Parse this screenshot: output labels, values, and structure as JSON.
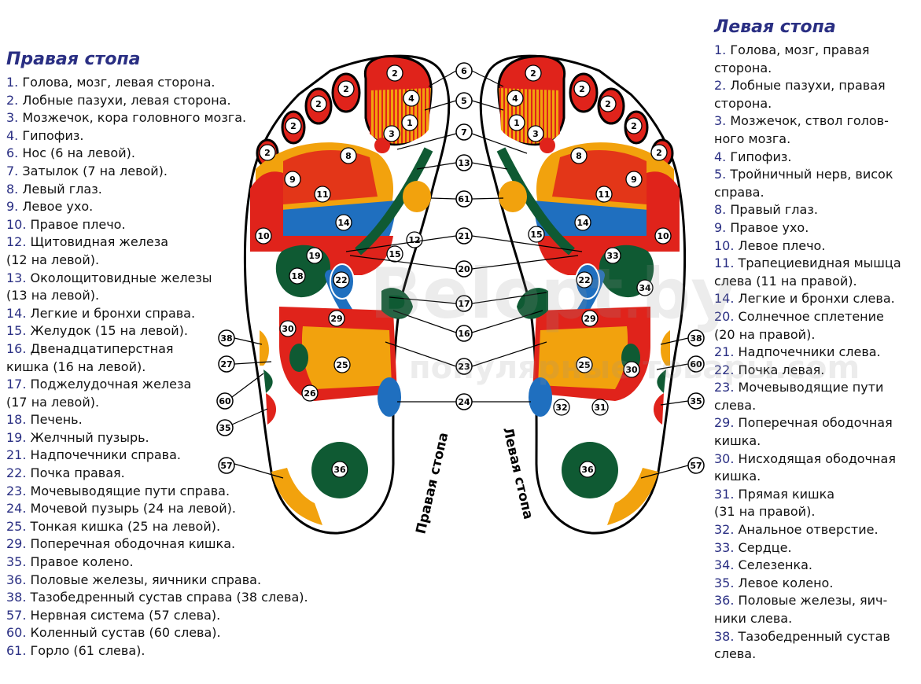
{
  "right_foot": {
    "title": "Правая стопа",
    "items": [
      {
        "num": "1.",
        "text": " Голова, мозг, левая сторона."
      },
      {
        "num": "2.",
        "text": " Лобные пазухи, левая сторона."
      },
      {
        "num": "3.",
        "text": " Мозжечок, кора головного мозга."
      },
      {
        "num": "4.",
        "text": " Гипофиз."
      },
      {
        "num": "6.",
        "text": " Нос (6 на левой)."
      },
      {
        "num": "7.",
        "text": " Затылок (7 на левой)."
      },
      {
        "num": "8.",
        "text": " Левый глаз."
      },
      {
        "num": "9.",
        "text": " Левое ухо."
      },
      {
        "num": "10.",
        "text": " Правое плечо."
      },
      {
        "num": "12.",
        "text": " Щитовидная железа"
      },
      {
        "num": "",
        "text": "(12 на левой)."
      },
      {
        "num": "13.",
        "text": " Околощитовидные железы"
      },
      {
        "num": "",
        "text": "(13 на левой)."
      },
      {
        "num": "14.",
        "text": " Легкие и бронхи справа."
      },
      {
        "num": "15.",
        "text": " Желудок (15 на левой)."
      },
      {
        "num": "16.",
        "text": " Двенадцатиперстная"
      },
      {
        "num": "",
        "text": "кишка (16 на левой)."
      },
      {
        "num": "17.",
        "text": " Поджелудочная железа"
      },
      {
        "num": "",
        "text": "(17 на левой)."
      },
      {
        "num": "18.",
        "text": " Печень."
      },
      {
        "num": "19.",
        "text": " Желчный пузырь."
      },
      {
        "num": "21.",
        "text": " Надпочечники справа."
      },
      {
        "num": "22.",
        "text": " Почка правая."
      },
      {
        "num": "23.",
        "text": " Мочевыводящие пути справа."
      },
      {
        "num": "24.",
        "text": " Мочевой пузырь (24 на левой)."
      },
      {
        "num": "25.",
        "text": " Тонкая кишка (25 на левой)."
      },
      {
        "num": "29.",
        "text": " Поперечная ободочная кишка."
      },
      {
        "num": "35.",
        "text": " Правое колено."
      },
      {
        "num": "36.",
        "text": " Половые железы, яичники справа."
      },
      {
        "num": "38.",
        "text": " Тазобедренный сустав справа (38 слева)."
      },
      {
        "num": "57.",
        "text": " Нервная система (57 слева)."
      },
      {
        "num": "60.",
        "text": " Коленный сустав (60 слева)."
      },
      {
        "num": "61.",
        "text": " Горло (61 слева)."
      }
    ]
  },
  "left_foot": {
    "title": "Левая стопа",
    "items": [
      {
        "num": "1.",
        "text": " Голова, мозг, правая"
      },
      {
        "num": "",
        "text": "сторона."
      },
      {
        "num": "2.",
        "text": " Лобные пазухи, правая"
      },
      {
        "num": "",
        "text": "сторона."
      },
      {
        "num": "3.",
        "text": " Мозжечок, ствол голов-"
      },
      {
        "num": "",
        "text": "ного мозга."
      },
      {
        "num": "4.",
        "text": " Гипофиз."
      },
      {
        "num": "5.",
        "text": " Тройничный нерв, висок"
      },
      {
        "num": "",
        "text": "справа."
      },
      {
        "num": "8.",
        "text": " Правый глаз."
      },
      {
        "num": "9.",
        "text": " Правое ухо."
      },
      {
        "num": "10.",
        "text": " Левое плечо."
      },
      {
        "num": "11.",
        "text": " Трапециевидная мышца"
      },
      {
        "num": "",
        "text": "слева (11 на правой)."
      },
      {
        "num": "14.",
        "text": " Легкие и бронхи слева."
      },
      {
        "num": "20.",
        "text": " Солнечное сплетение"
      },
      {
        "num": "",
        "text": "(20 на правой)."
      },
      {
        "num": "21.",
        "text": " Надпочечники слева."
      },
      {
        "num": "22.",
        "text": " Почка левая."
      },
      {
        "num": "23.",
        "text": " Мочевыводящие пути"
      },
      {
        "num": "",
        "text": "слева."
      },
      {
        "num": "29.",
        "text": " Поперечная ободочная"
      },
      {
        "num": "",
        "text": "кишка."
      },
      {
        "num": "30.",
        "text": " Нисходящая ободочная"
      },
      {
        "num": "",
        "text": "кишка."
      },
      {
        "num": "31.",
        "text": " Прямая кишка"
      },
      {
        "num": "",
        "text": "(31 на правой)."
      },
      {
        "num": "32.",
        "text": " Анальное отверстие."
      },
      {
        "num": "33.",
        "text": " Сердце."
      },
      {
        "num": "34.",
        "text": " Селезенка."
      },
      {
        "num": "35.",
        "text": " Левое колено."
      },
      {
        "num": "36.",
        "text": " Половые железы, яич-"
      },
      {
        "num": "",
        "text": "ники слева."
      },
      {
        "num": "38.",
        "text": " Тазобедренный сустав"
      },
      {
        "num": "",
        "text": "слева."
      }
    ]
  },
  "diagram": {
    "right_foot_label": "Правая стопа",
    "left_foot_label": "Левая стопа",
    "center_labels": [
      "6",
      "5",
      "7",
      "13",
      "61",
      "21",
      "20",
      "17",
      "16",
      "23",
      "24"
    ],
    "side_labels_left": [
      "38",
      "27",
      "60",
      "35",
      "57"
    ],
    "side_labels_right": [
      "38",
      "60",
      "35",
      "57"
    ]
  },
  "watermark": {
    "brand": "Belopt",
    "tld": "by",
    "slogan": "популярные товары.com"
  },
  "colors": {
    "heading": "#2a2f83",
    "red": "#e0231b",
    "orange": "#f2a20d",
    "blue": "#1f6fbf",
    "green": "#0f5a33",
    "outline": "#000000"
  }
}
